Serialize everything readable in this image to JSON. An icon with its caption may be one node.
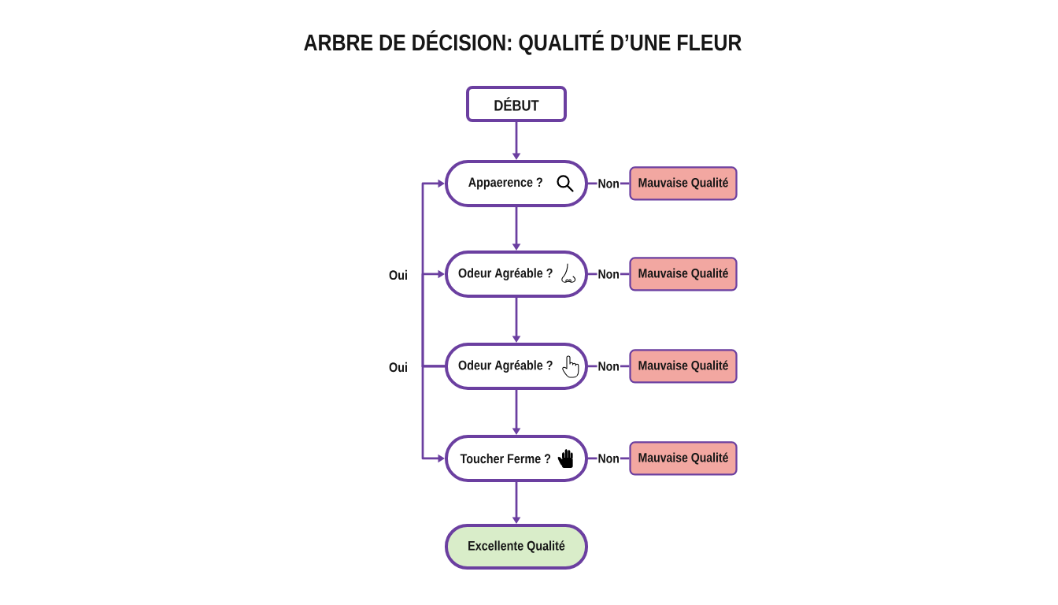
{
  "diagram": {
    "title": "ARBRE DE DÉCISION: QUALITÉ D’UNE FLEUR",
    "nodes": [
      {
        "text": [
          "DÉBUT"
        ]
      },
      {
        "text": [
          "Appaerence ?"
        ]
      },
      {
        "text": [
          "Mauvaise Qualité"
        ]
      },
      {
        "text": [
          "Odeur Agréable ?"
        ]
      },
      {
        "text": [
          "Mauvaise Qualité"
        ]
      },
      {
        "text": [
          "Odeur Agréable ?"
        ]
      },
      {
        "text": [
          "Mauvaise Qualité"
        ]
      },
      {
        "text": [
          "Toucher Ferme ?"
        ]
      },
      {
        "text": [
          "Mauvaise Qualité"
        ]
      },
      {
        "text": [
          "Excellente Qualité"
        ]
      }
    ],
    "edges": [
      {
        "from": 0,
        "to": 1,
        "arrow": "to"
      },
      {
        "from": 1,
        "to": 3,
        "arrow": "to"
      },
      {
        "from": 3,
        "to": 5,
        "arrow": "to"
      },
      {
        "from": 5,
        "to": 7,
        "arrow": "to"
      },
      {
        "from": 7,
        "to": 9,
        "arrow": "to"
      },
      {
        "from": 1,
        "to": 2,
        "arrow": "none",
        "label": "Non"
      },
      {
        "from": 3,
        "to": 4,
        "arrow": "none",
        "label": "Non"
      },
      {
        "from": 5,
        "to": 6,
        "arrow": "none",
        "label": "Non"
      },
      {
        "from": 7,
        "to": 8,
        "arrow": "none",
        "label": "Non"
      },
      {
        "from": 5,
        "to": 1,
        "arrow": "to"
      },
      {
        "from": 5,
        "to": 3,
        "arrow": "to"
      },
      {
        "from": 5,
        "to": 7,
        "arrow": "to"
      }
    ],
    "labels": [
      "Oui",
      "Oui"
    ]
  }
}
